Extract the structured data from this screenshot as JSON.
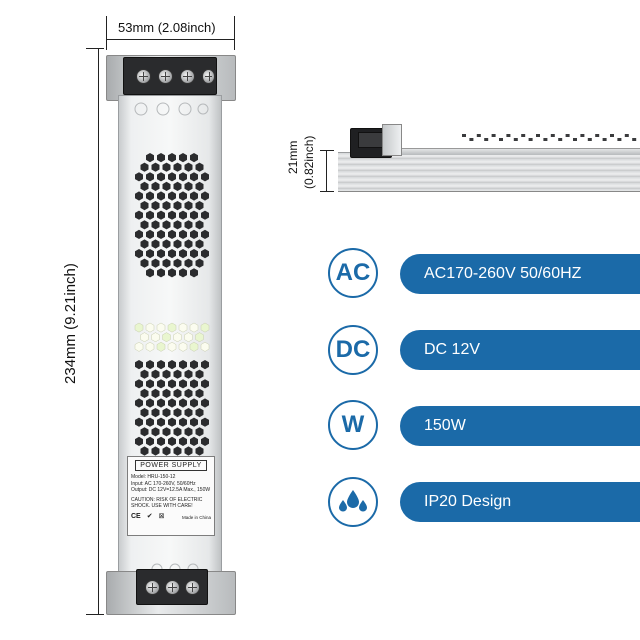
{
  "dimensions": {
    "width": "53mm (2.08inch)",
    "length": "234mm (9.21inch)",
    "height": "21mm",
    "height_inch": "(0.82inch)"
  },
  "label": {
    "title": "POWER SUPPLY",
    "lines": [
      "Model: HRU-150-12",
      "Input: AC 170-260V, 50/60Hz",
      "Output: DC 12V=12.5A Max., 150W"
    ],
    "caution": "CAUTION: RISK OF ELECTRIC SHOCK. USE WITH CARE!",
    "made_in": "Made in China"
  },
  "specs": [
    {
      "icon_text": "AC",
      "icon": "ac-icon",
      "value": "AC170-260V 50/60HZ"
    },
    {
      "icon_text": "DC",
      "icon": "dc-icon",
      "value": "DC 12V"
    },
    {
      "icon_text": "W",
      "icon": "watt-icon",
      "value": "150W"
    },
    {
      "icon_text": "",
      "icon": "water-drops-icon",
      "value": "IP20 Design"
    }
  ],
  "colors": {
    "accent": "#1b6aa8",
    "background": "#ffffff"
  }
}
